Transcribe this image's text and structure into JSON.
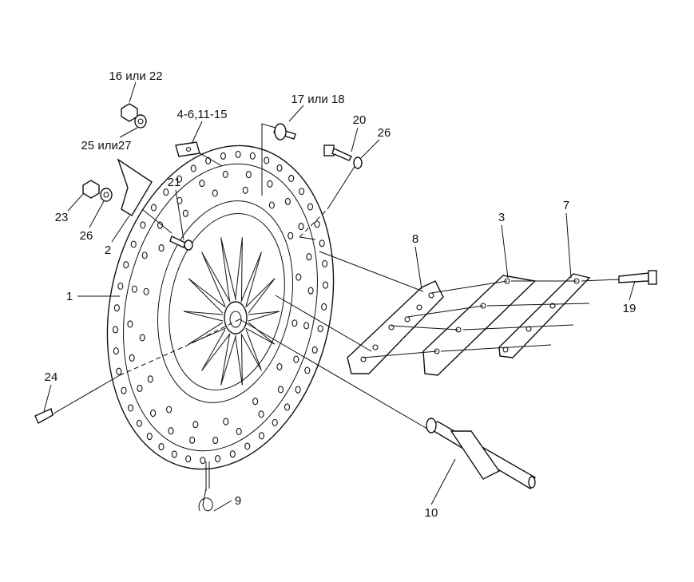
{
  "diagram": {
    "labels": {
      "l16_22": "16 или 22",
      "l25_27": "25 или27",
      "l4_15": "4-6,11-15",
      "l17_18": "17 или 18",
      "l20": "20",
      "l26a": "26",
      "l21": "21",
      "l23": "23",
      "l26b": "26",
      "l2": "2",
      "l3": "3",
      "l7": "7",
      "l8": "8",
      "l1": "1",
      "l19": "19",
      "l24": "24",
      "l9": "9",
      "l10": "10"
    }
  }
}
